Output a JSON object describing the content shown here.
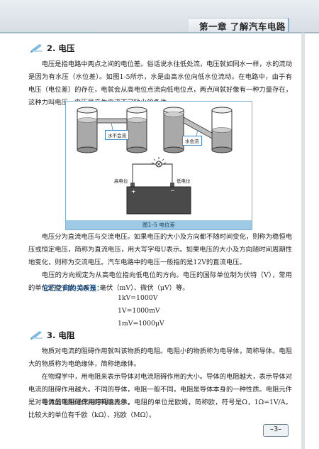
{
  "header": {
    "chapter_title": "第一章  了解汽车电路"
  },
  "section_voltage": {
    "number_title": "2.  电压",
    "p1": "电压是指电路中两点之间的电位差。俗话说水往低处流，电压就如同水一样，水的流动是因为有水压（水位差）。如图1-5所示，水是由高水位向低水位流动。在电路中，由于有电压（电位差）的存在，电就会从高电位点流向低电位点，两点间就好像有一种力量存在，这种力叫电压。电压是产生电流不可缺少的条件。",
    "p2": "电压分为直流电压与交流电压。如果电压的大小及方向都不随时间变化，则称为稳恒电压或恒定电压，简称为直流电压，用大写字母U表示。如果电压的大小及方向随时间周期性地变化，则称为交流电压。汽车电路中的电压一般指的是12V的直流电压。",
    "p3": "电压的方向规定为从高电位指向低电位的方向。电压的国际单位制为伏特（V），常用的单位还有千伏（kV）、毫伏（mV）、微伏（μV）等。",
    "relations_label": "它们之间的关系是：",
    "formulas": [
      "1kV=1000V",
      "1V=1000mV",
      "1mV=1000μV"
    ]
  },
  "figure": {
    "caption": "图1–5    电位差",
    "label_no_flow": "水不会流",
    "label_flow": "水会流",
    "label_high": "高电位",
    "label_low": "低电位",
    "plus": "+",
    "minus": "−"
  },
  "section_resistance": {
    "number_title": "3.  电阻",
    "p1": "物质对电流的阻碍作用就叫该物质的电阻。电阻小的物质称为电导体，简称导体。电阻大的物质称为电绝缘体，简称绝缘体。",
    "p2": "在物理学中，用电阻来表示导体对电流阻碍作用的大小。导体的电阻越大，表示导体对电流的阻碍作用越大。不同的导体，电阻一般不同，电阻是导体本身的一种性质。电阻元件是对电流呈现阻碍作用的耗能元件。",
    "p3": "导体的电阻通常用字母R表示，电阻的单位是欧姆，简称欧，符号是Ω，1Ω=1V/A。比较大的单位有千欧（kΩ）、兆欧（MΩ）。"
  },
  "footer": {
    "page_number": "–3–"
  },
  "colors": {
    "accent_blue": "#3c8ccc",
    "caption_bar": "#9ecae6",
    "water": "#a9a9a9",
    "battery": "#4a4a4a"
  }
}
